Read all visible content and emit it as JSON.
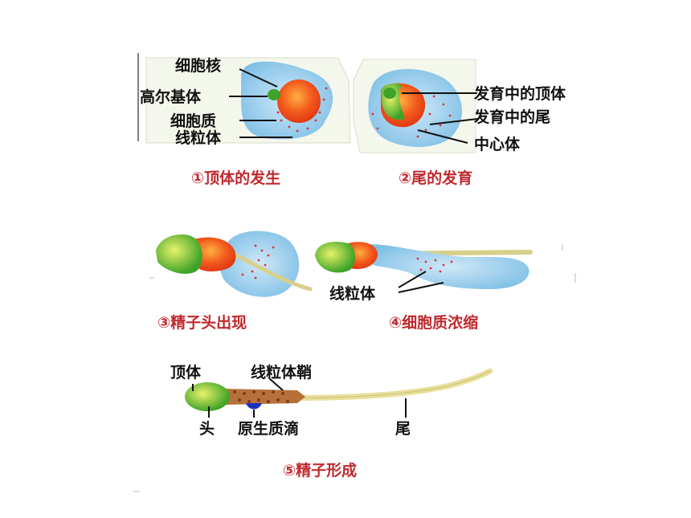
{
  "stage1": {
    "caption": "①顶体的发生",
    "labels": {
      "nucleus": "细胞核",
      "golgi": "高尔基体",
      "cytoplasm": "细胞质",
      "mitochondria": "线粒体"
    }
  },
  "stage2": {
    "caption": "②尾的发育",
    "labels": {
      "acrosome": "发育中的顶体",
      "tail": "发育中的尾",
      "centriole": "中心体"
    }
  },
  "stage3": {
    "caption": "③精子头出现"
  },
  "stage4": {
    "caption": "④细胞质浓缩",
    "labels": {
      "mitochondria": "线粒体"
    }
  },
  "stage5": {
    "caption": "⑤精子形成",
    "labels": {
      "acrosome": "顶体",
      "sheath": "线粒体鞘",
      "head": "头",
      "droplet": "原生质滴",
      "tail": "尾"
    }
  },
  "colors": {
    "cell": "#9fd0ee",
    "nucleus": "#ee4a1e",
    "acrosome": "#5cb82e",
    "tail": "#e8df9a",
    "dots": "#e0303a",
    "caption": "#c0292e",
    "droplet": "#1a2fc0"
  }
}
